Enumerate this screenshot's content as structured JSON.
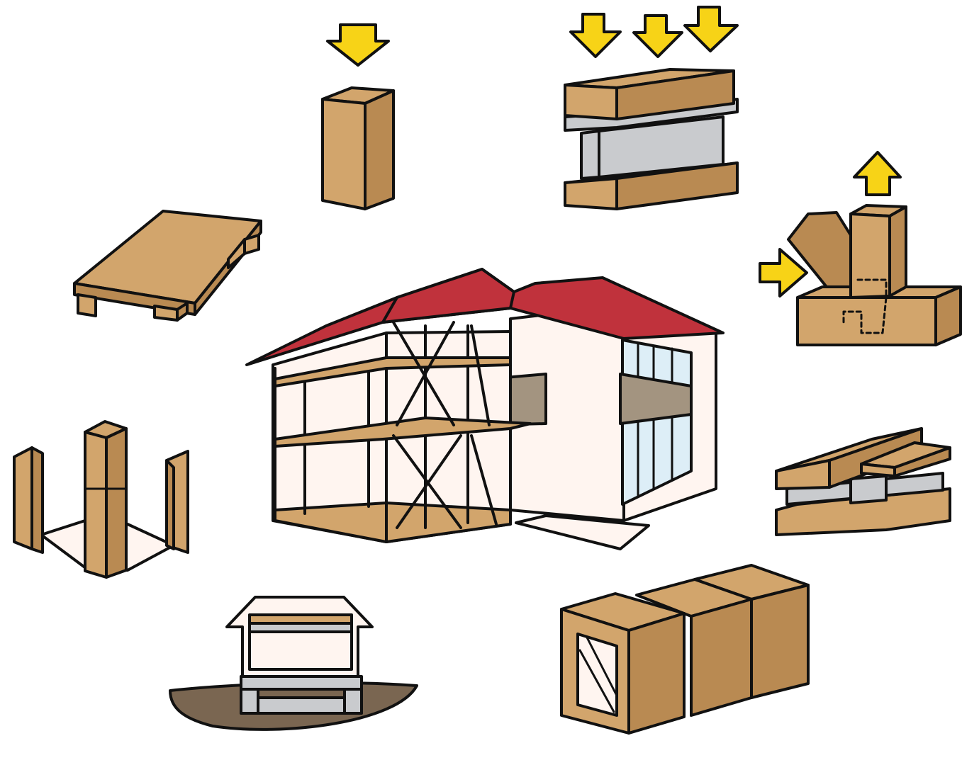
{
  "colors": {
    "wood": "#D2A56C",
    "wood_dark": "#B98A52",
    "steel": "#C9CBCE",
    "roof": "#C0323C",
    "wall": "#FFF5F0",
    "balcony": "#A39480",
    "glass": "#DDEEF7",
    "arrow": "#F7D317",
    "ground": "#7A6651",
    "outline": "#111111"
  },
  "elements": [
    {
      "id": "house",
      "icon": "timber-house-icon"
    },
    {
      "id": "column",
      "icon": "vertical-load-column-icon"
    },
    {
      "id": "beam",
      "icon": "hybrid-steel-timber-beam-icon"
    },
    {
      "id": "joint",
      "icon": "pull-out-joint-icon"
    },
    {
      "id": "connection",
      "icon": "beam-connection-icon"
    },
    {
      "id": "shear-walls",
      "icon": "braced-frame-walls-icon"
    },
    {
      "id": "foundation",
      "icon": "foundation-section-icon"
    },
    {
      "id": "enclosure",
      "icon": "corner-column-walls-icon"
    },
    {
      "id": "floor",
      "icon": "floor-panel-icon"
    }
  ]
}
